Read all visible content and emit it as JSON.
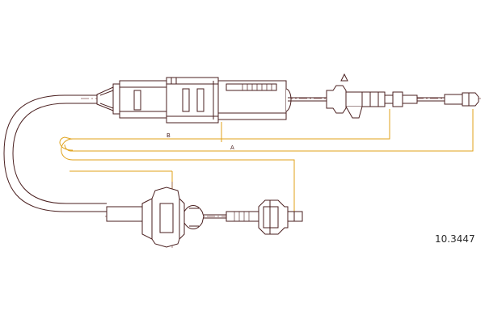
{
  "part_number": "10.3447",
  "dimensions": {
    "a_label": "A",
    "b_label": "B"
  },
  "colors": {
    "outline": "#4a1f1f",
    "centerline": "#8a5a5a",
    "dimension": "#e0a21a",
    "background": "#ffffff"
  }
}
